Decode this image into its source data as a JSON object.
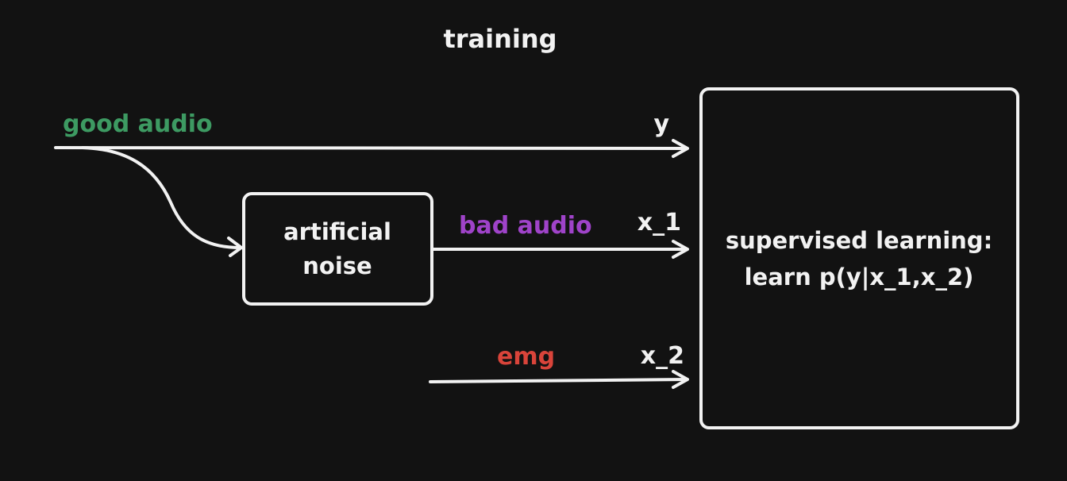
{
  "colors": {
    "background": "#121212",
    "stroke": "#f2f2f2",
    "text": "#f2f2f2",
    "good_audio": "#3d9a62",
    "bad_audio": "#9f43c9",
    "emg": "#d9443a"
  },
  "diagram": {
    "title": "training",
    "inputs": {
      "good_audio": "good audio",
      "bad_audio": "bad audio",
      "emg": "emg"
    },
    "variables": {
      "y": "y",
      "x1": "x_1",
      "x2": "x_2"
    },
    "nodes": {
      "noise": {
        "line1": "artificial",
        "line2": "noise"
      },
      "learner": {
        "line1": "supervised learning:",
        "line2": "learn p(y|x_1,x_2)"
      }
    }
  }
}
